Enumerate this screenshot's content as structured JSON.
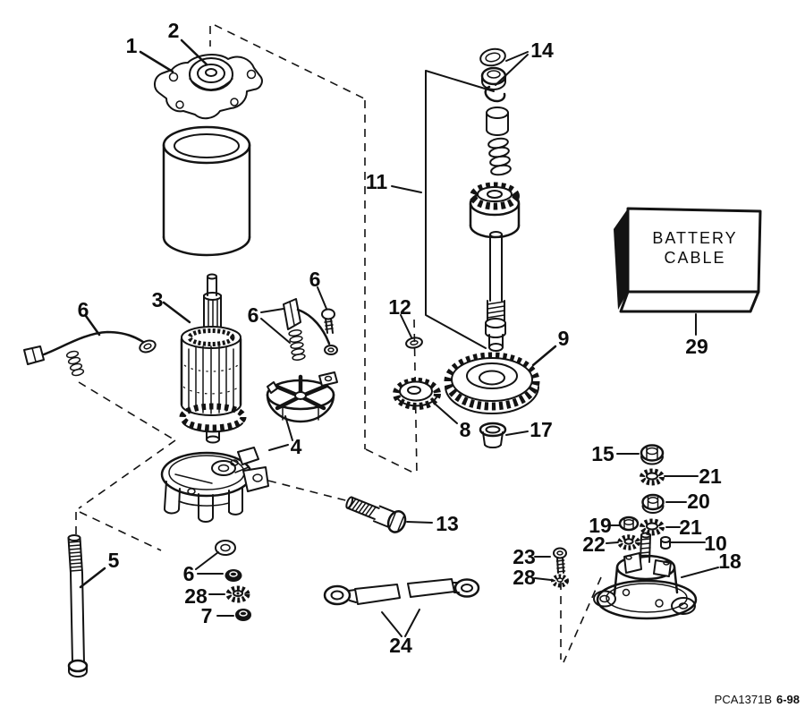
{
  "callouts": {
    "part1": "1",
    "part2": "2",
    "part3": "3",
    "part4": "4",
    "part5": "5",
    "part6_wire": "6",
    "part6_brush": "6",
    "part6_screw": "6",
    "part6_hw": "6",
    "part7": "7",
    "part8": "8",
    "part9": "9",
    "part10": "10",
    "part11": "11",
    "part12": "12",
    "part13": "13",
    "part14": "14",
    "part15": "15",
    "part17": "17",
    "part18": "18",
    "part19": "19",
    "part20": "20",
    "part21_upper": "21",
    "part21_lower": "21",
    "part22": "22",
    "part23": "23",
    "part24": "24",
    "part28_left": "28",
    "part28_right": "28",
    "part29": "29"
  },
  "battery_box": {
    "line1": "BATTERY",
    "line2": "CABLE"
  },
  "footer": {
    "code": "PCA1371B",
    "revision": "6-98"
  },
  "colors": {
    "ink": "#131313",
    "paper": "#ffffff"
  }
}
